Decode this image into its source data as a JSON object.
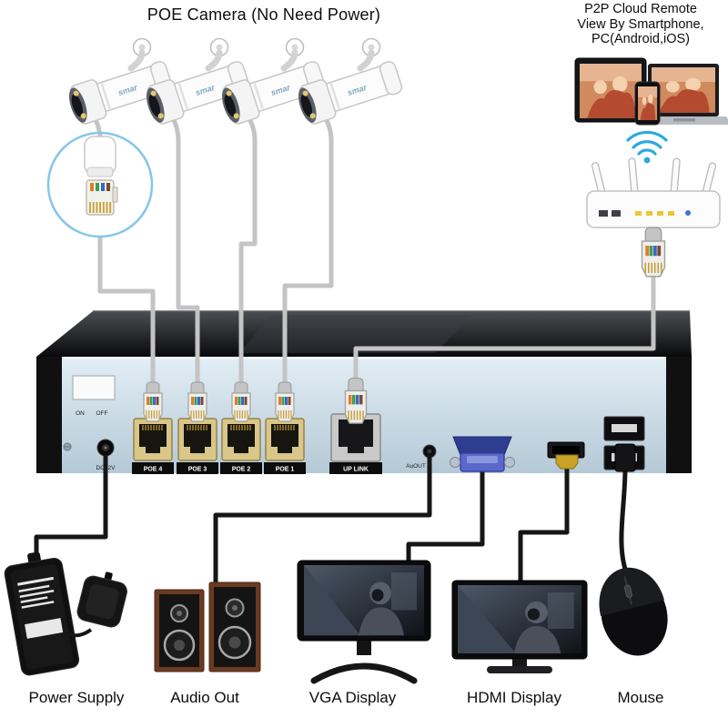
{
  "title": "POE Camera (No Need Power)",
  "p2p_note": {
    "line1": "P2P Cloud Remote",
    "line2": "View By Smartphone,",
    "line3": "PC(Android,iOS)"
  },
  "camera_brand": "smar",
  "nvr_panel": {
    "switch_on": "ON",
    "switch_off": "OFF",
    "dc_label": "DC12V",
    "audio_label": "AuOUT",
    "port_labels": [
      "POE 4",
      "POE 3",
      "POE 2",
      "POE 1",
      "UP LINK"
    ]
  },
  "device_labels": {
    "power": "Power Supply",
    "audio": "Audio Out",
    "vga": "VGA Display",
    "hdmi": "HDMI Display",
    "mouse": "Mouse"
  },
  "colors": {
    "highlight_circle": "#85c6ea",
    "wifi_blue": "#2aa9e1",
    "nvr_front_blue": "#c9dbe7",
    "poe_port_gold": "#d9c688",
    "grey_cable": "#c4c4c4",
    "black_cable": "#161616",
    "vga_blue": "#5a68cc",
    "hdmi_gold": "#c9a227"
  }
}
